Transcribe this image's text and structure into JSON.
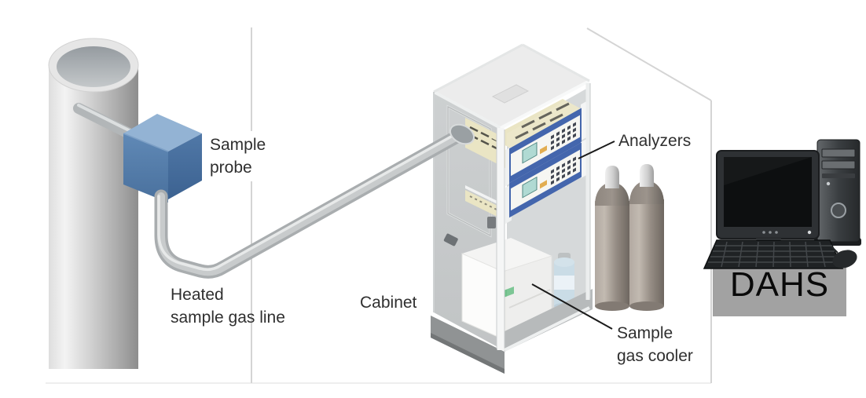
{
  "diagram": {
    "labels": {
      "sample_probe": "Sample\nprobe",
      "heated_sample_gas_line": "Heated\nsample gas line",
      "cabinet": "Cabinet",
      "analyzers": "Analyzers",
      "sample_gas_cooler": "Sample\ngas cooler",
      "dahs": "DAHS"
    },
    "colors": {
      "probe_blue": "#5a82b0",
      "probe_blue_top": "#93b3d4",
      "analyzer_panel_blue": "#2f55a4",
      "analyzer_top_cream": "#eae5c4",
      "display_teal": "#a7d6cf",
      "cooler_green": "#6fc08a",
      "pipe_gray": "#a9adaf",
      "cylinder_taupe": "#9a9187",
      "dahs_panel_gray": "#a2a2a2",
      "label_text": "#2f2f2f",
      "divider_gray": "#d4d4d4"
    }
  }
}
